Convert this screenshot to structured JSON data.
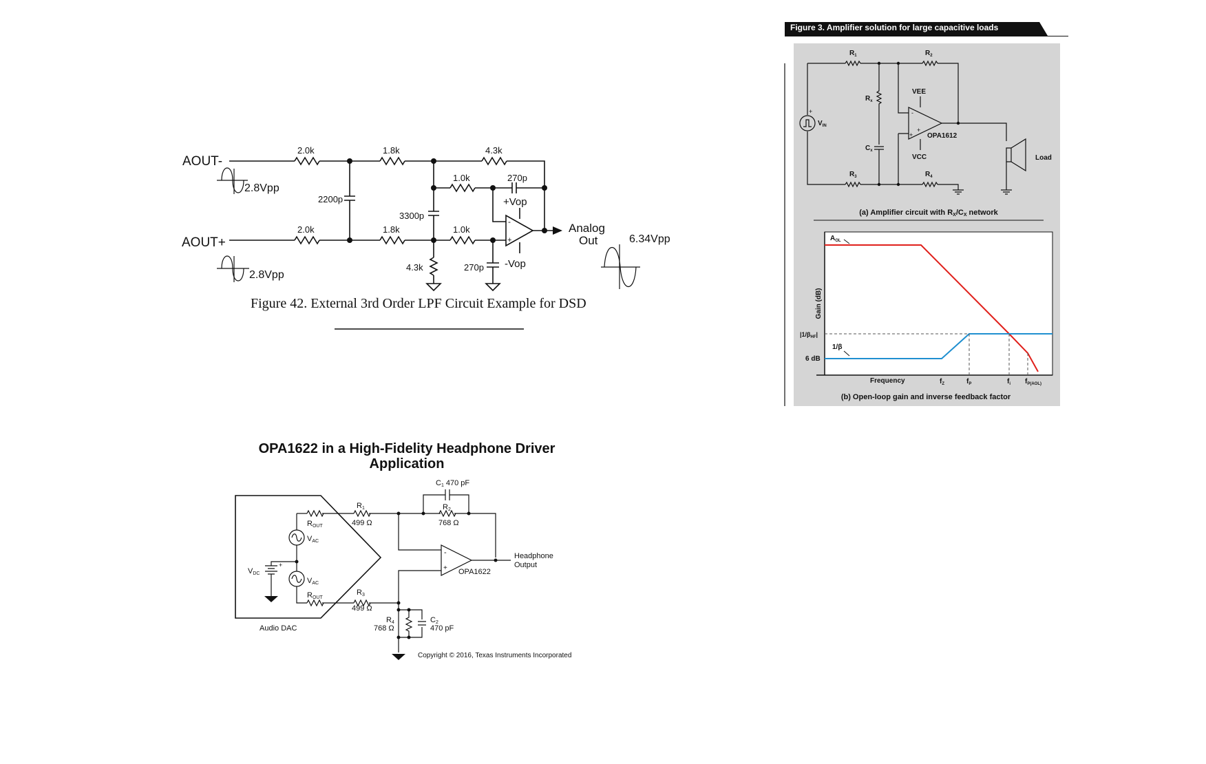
{
  "lpf": {
    "caption": "Figure 42. External 3rd Order LPF Circuit Example for DSD",
    "aout_minus": "AOUT-",
    "aout_plus": "AOUT+",
    "vin_minus": "2.8Vpp",
    "vin_plus": "2.8Vpp",
    "r1": "2.0k",
    "r2": "1.8k",
    "r3": "4.3k",
    "r4": "1.0k",
    "c_feedback": "270p",
    "c_shunt1": "2200p",
    "c_shunt2": "3300p",
    "r5": "2.0k",
    "r6": "1.8k",
    "r7": "1.0k",
    "r_ground": "4.3k",
    "c_ground": "270p",
    "vpos": "+Vop",
    "vneg": "-Vop",
    "out_line1": "Analog",
    "out_line2": "Out",
    "vout": "6.34Vpp"
  },
  "headphone": {
    "title_line1": "OPA1622 in a High-Fidelity Headphone Driver",
    "title_line2": "Application",
    "c1_name": "C",
    "c1_sub": "1",
    "c1_val": "470 pF",
    "r1_name": "R",
    "r1_sub": "1",
    "r1_val": "499 Ω",
    "r2_name": "R",
    "r2_sub": "2",
    "r2_val": "768 Ω",
    "rout1_name": "R",
    "rout1_sub": "OUT",
    "rout2_name": "R",
    "rout2_sub": "OUT",
    "vac1_name": "V",
    "vac1_sub": "AC",
    "vac2_name": "V",
    "vac2_sub": "AC",
    "vdc_name": "V",
    "vdc_sub": "DC",
    "r3_name": "R",
    "r3_sub": "3",
    "r3_val": "499 Ω",
    "r4_name": "R",
    "r4_sub": "4",
    "r4_val": "768 Ω",
    "c2_name": "C",
    "c2_sub": "2",
    "c2_val": "470 pF",
    "opamp": "OPA1622",
    "out_line1": "Headphone",
    "out_line2": "Output",
    "dac_label": "Audio DAC",
    "copyright": "Copyright © 2016, Texas Instruments Incorporated"
  },
  "fig3": {
    "title": "Figure 3. Amplifier solution for large capacitive loads",
    "r1_name": "R",
    "r1_sub": "1",
    "r2_name": "R",
    "r2_sub": "2",
    "rx_name": "R",
    "rx_sub": "x",
    "cx_name": "C",
    "cx_sub": "x",
    "r3_name": "R",
    "r3_sub": "3",
    "r4_name": "R",
    "r4_sub": "4",
    "vee": "VEE",
    "vcc": "VCC",
    "opamp": "OPA1612",
    "vin_name": "V",
    "vin_sub": "IN",
    "load": "Load",
    "caption_a": "(a) Amplifier circuit with R",
    "caption_a_sub1": "X",
    "caption_a_mid": "/C",
    "caption_a_sub2": "X",
    "caption_a_end": " network",
    "ylabel": "Gain (dB)",
    "aol_name": "A",
    "aol_sub": "OL",
    "beta_hf_pre": "|1/β",
    "beta_hf_sub": "HF",
    "beta_hf_post": "|",
    "db6": "6 dB",
    "inv_beta": "1/β",
    "xlabel": "Frequency",
    "fz_name": "f",
    "fz_sub": "Z",
    "fp_name": "f",
    "fp_sub": "P",
    "fi_name": "f",
    "fi_sub": "i",
    "fpaol_name": "f",
    "fpaol_sub": "P(AOL)",
    "caption_b": "(b) Open-loop gain and inverse feedback factor",
    "colors": {
      "aol": "#e0201b",
      "beta": "#1f8fd0",
      "panel": "#d5d5d5",
      "titlebar": "#111111"
    }
  }
}
